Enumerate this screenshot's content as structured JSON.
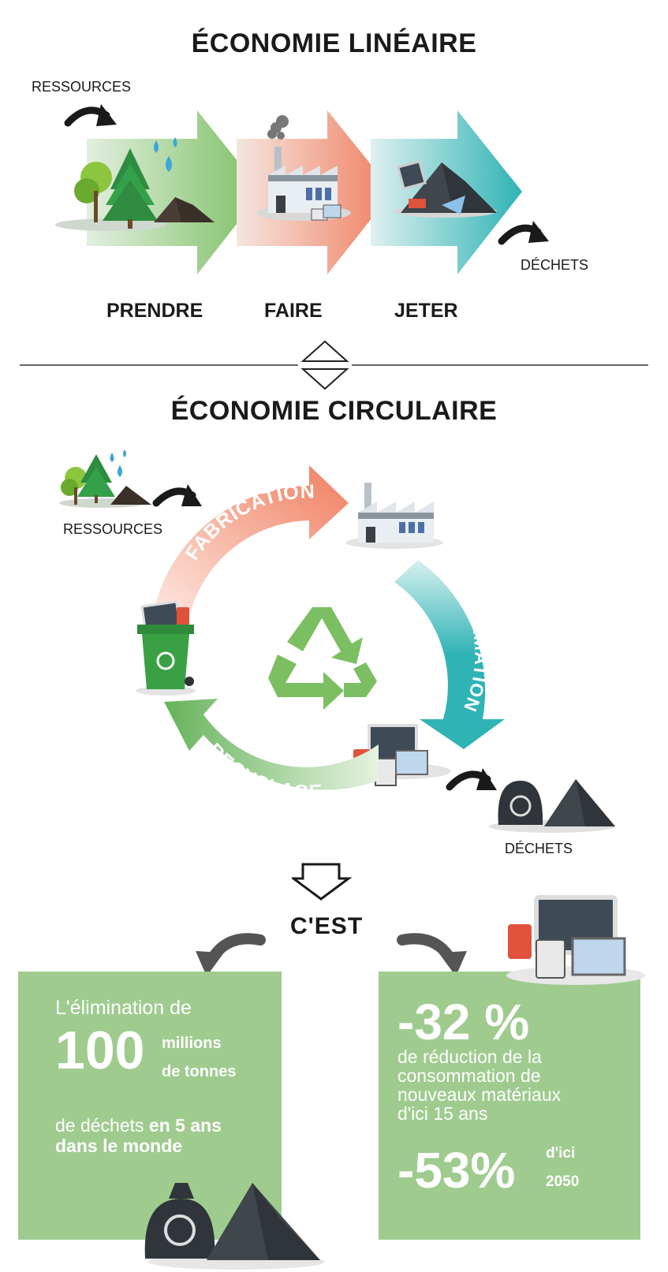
{
  "linear": {
    "title": "ÉCONOMIE LINÉAIRE",
    "resources_label": "RESSOURCES",
    "waste_label": "DÉCHETS",
    "steps": [
      "PRENDRE",
      "FAIRE",
      "JETER"
    ],
    "colors": {
      "take": "#7cbf63",
      "make": "#f07e5f",
      "throw": "#2fb3b5"
    }
  },
  "circular": {
    "title": "ÉCONOMIE CIRCULAIRE",
    "resources_label": "RESSOURCES",
    "waste_label": "DÉCHETS",
    "stages": {
      "fabrication": "FABRICATION",
      "consommation": "CONSOMMATION",
      "recyclage": "RECYCLAGE"
    },
    "colors": {
      "fabrication": "#f07e5f",
      "consommation": "#2fb3b5",
      "recyclage": "#66b35a",
      "recycle_symbol": "#7cbf63"
    }
  },
  "conclusion": {
    "label": "C'EST",
    "left": {
      "intro": "L'élimination de",
      "big_number": "100",
      "unit_line1": "millions",
      "unit_line2": "de tonnes",
      "tail_plain": "de déchets ",
      "tail_bold_1": "en 5 ans",
      "tail_bold_2": "dans le monde"
    },
    "right": {
      "stat1": "-32 %",
      "stat1_text_1": "de réduction de la",
      "stat1_text_2": "consommation de",
      "stat1_text_3": "nouveaux matériaux",
      "stat1_text_4": "d'ici 15 ans",
      "stat2": "-53%",
      "stat2_suffix_1": "d'ici",
      "stat2_suffix_2": "2050"
    },
    "box_color": "#9fcb8f"
  },
  "icons": [
    "tree-icon",
    "water-drop-icon",
    "soil-pile-icon",
    "factory-icon",
    "smoke-icon",
    "devices-icon",
    "trash-pile-icon",
    "garbage-bag-icon",
    "recycle-bin-icon",
    "recycle-symbol-icon",
    "curved-arrow-icon",
    "down-arrow-icon",
    "divider-icon"
  ]
}
